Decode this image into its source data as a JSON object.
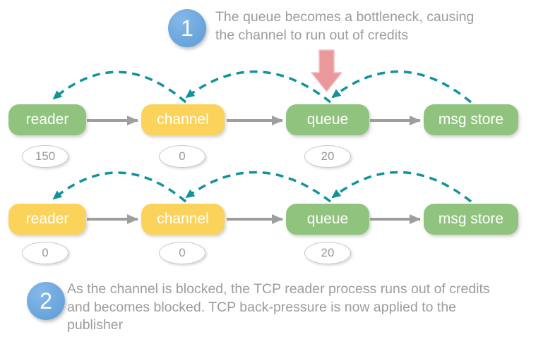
{
  "colors": {
    "node_green": "#90C47E",
    "node_yellow": "#FBD35B",
    "credit_arc_teal": "#12929E",
    "flow_arrow_gray": "#9E9E9E",
    "bottleneck_arrow_red": "#E9989B",
    "step_badge_blue": "#5B9BD5",
    "annotation_text_gray": "#9C9C9C",
    "credit_ellipse_border": "#C9C9C9"
  },
  "steps": [
    {
      "number": "1",
      "text": "The queue becomes a bottleneck, causing\nthe channel to run out of credits"
    },
    {
      "number": "2",
      "text": "As the channel is blocked, the TCP reader process runs out of credits\nand becomes blocked. TCP back-pressure is now applied to the\npublisher"
    }
  ],
  "rows": [
    {
      "name": "stage-1",
      "nodes": [
        {
          "label": "reader",
          "color": "#90C47E",
          "credit": "150"
        },
        {
          "label": "channel",
          "color": "#FBD35B",
          "credit": "0"
        },
        {
          "label": "queue",
          "color": "#90C47E",
          "credit": "20"
        },
        {
          "label": "msg store",
          "color": "#90C47E"
        }
      ]
    },
    {
      "name": "stage-2",
      "nodes": [
        {
          "label": "reader",
          "color": "#FBD35B",
          "credit": "0"
        },
        {
          "label": "channel",
          "color": "#FBD35B",
          "credit": "0"
        },
        {
          "label": "queue",
          "color": "#90C47E",
          "credit": "20"
        },
        {
          "label": "msg store",
          "color": "#90C47E"
        }
      ]
    }
  ]
}
